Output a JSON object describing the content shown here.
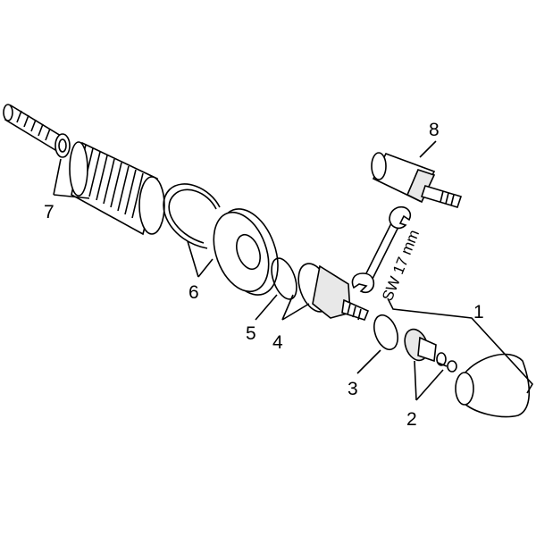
{
  "labels": {
    "p1": "1",
    "p2": "2",
    "p3": "3",
    "p4": "4",
    "p5": "5",
    "p6": "6",
    "p7": "7",
    "p8": "8"
  },
  "wrench_label": "SW 17 mm"
}
